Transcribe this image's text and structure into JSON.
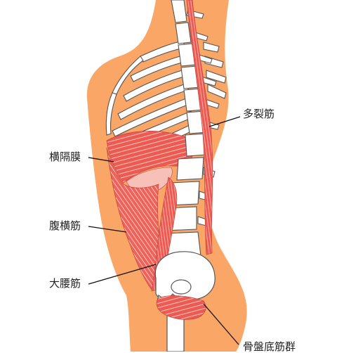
{
  "labels": {
    "multifidus": "多裂筋",
    "diaphragm": "横隔膜",
    "transversus": "腹横筋",
    "psoas": "大腰筋",
    "pelvic_floor": "骨盤底筋群"
  },
  "colors": {
    "skin": "#f9a666",
    "muscle": "#ec5a52",
    "muscle_light": "#f7c0b8",
    "bone": "#ffffff",
    "bone_outline": "#555555",
    "label_text": "#222222",
    "leader_line": "#111111"
  }
}
